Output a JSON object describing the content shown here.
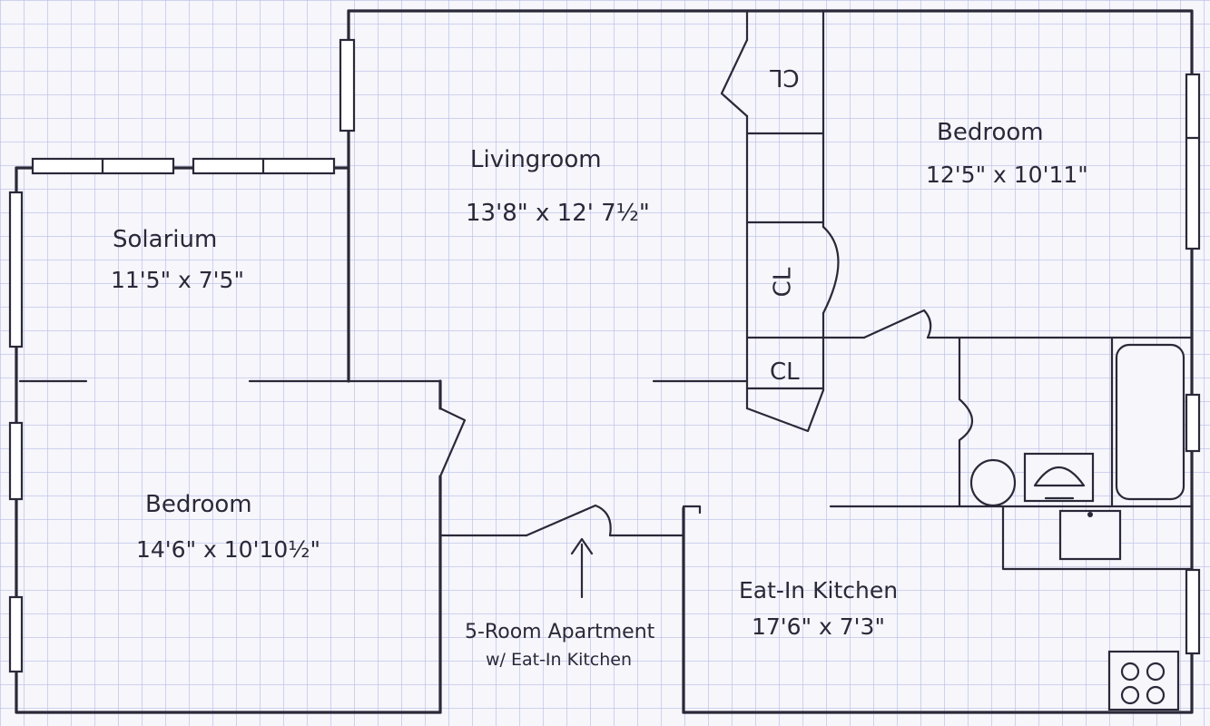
{
  "rooms": {
    "livingroom": {
      "name": "Livingroom",
      "size": "13'8\" x 12' 7½\""
    },
    "bedroom_ne": {
      "name": "Bedroom",
      "size": "12'5\" x 10'11\""
    },
    "solarium": {
      "name": "Solarium",
      "size": "11'5\" x 7'5\""
    },
    "bedroom_sw": {
      "name": "Bedroom",
      "size": "14'6\" x 10'10½\""
    },
    "kitchen": {
      "name": "Eat-In Kitchen",
      "size": "17'6\" x 7'3\""
    }
  },
  "closets": [
    "CL",
    "CL",
    "CL"
  ],
  "caption": {
    "line1": "5-Room Apartment",
    "line2": "w/ Eat-In Kitchen"
  },
  "colors": {
    "ink": "#2b2838",
    "grid": "#b9bde6",
    "paper": "#f6f6fb"
  }
}
